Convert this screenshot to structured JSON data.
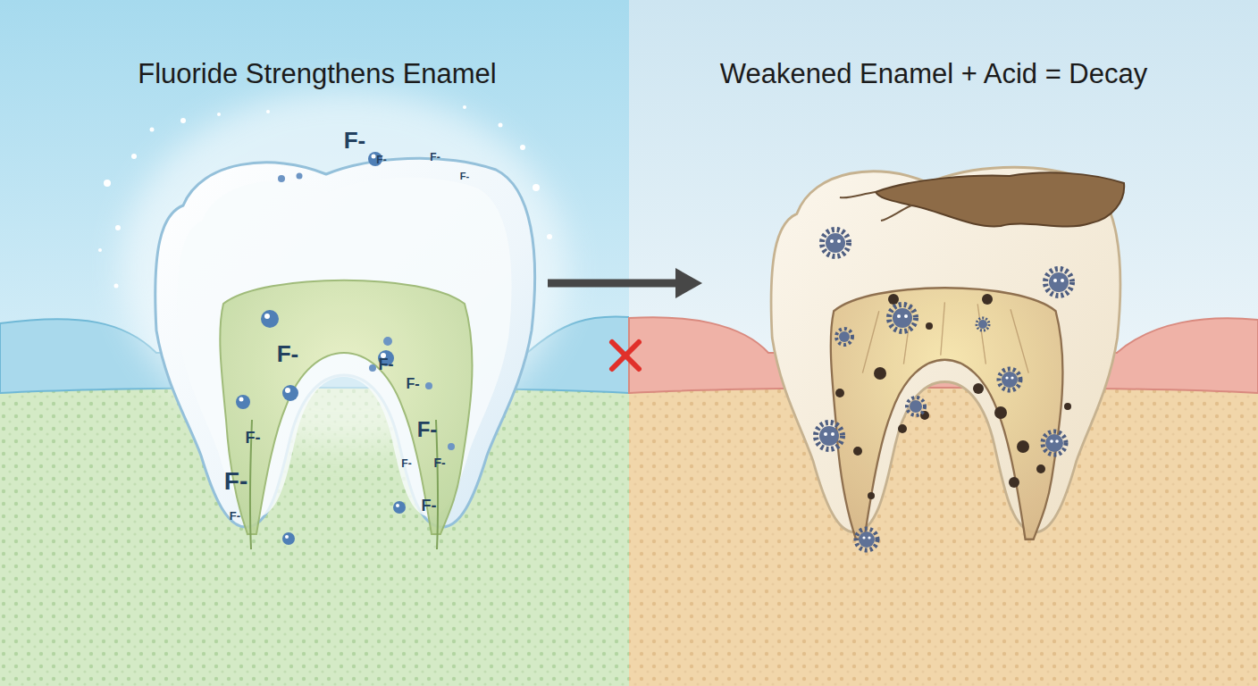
{
  "diagram": {
    "nodes": [
      {
        "text": [
          "Fluoride Strengthens Enamel"
        ]
      },
      {
        "text": [
          "Weakened Enamel + Acid = Decay"
        ]
      }
    ],
    "edges": [
      {
        "from": 0,
        "to": 1,
        "arrow": "to"
      }
    ],
    "labels": [
      "F-",
      "F-",
      "F-",
      "F-",
      "F-",
      "F-",
      "F-",
      "F-",
      "F-",
      "F-",
      "F-",
      "F-",
      "F-",
      "F-"
    ]
  }
}
